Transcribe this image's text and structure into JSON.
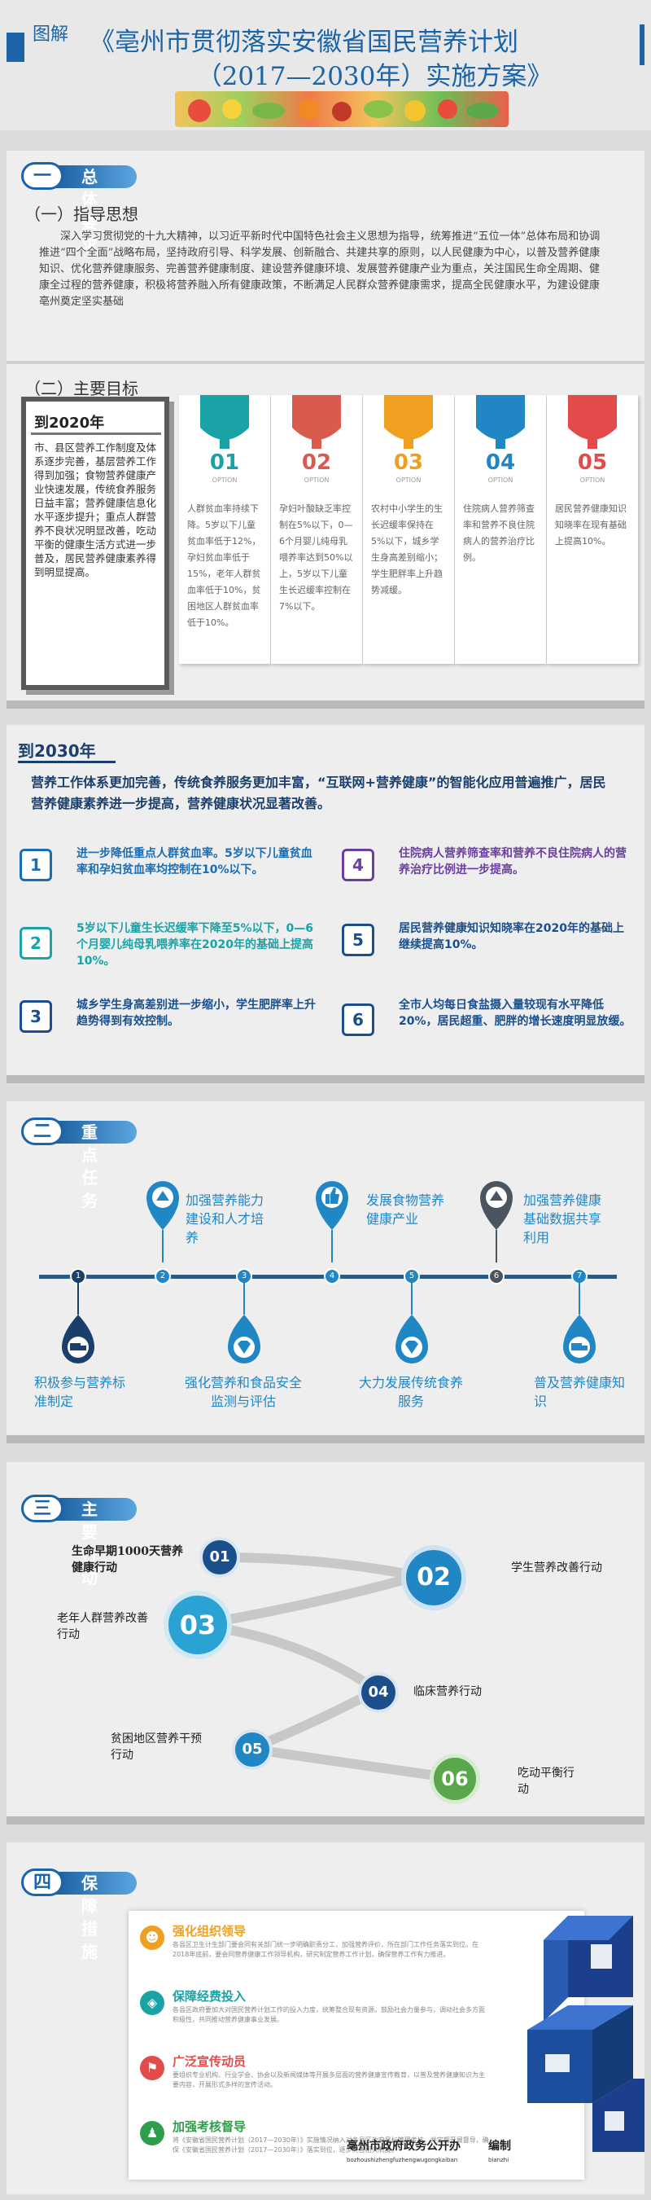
{
  "header": {
    "logo_text": "图解",
    "title_line1": "《亳州市贯彻落实安徽省国民营养计划",
    "title_line2": "（2017—2030年）实施方案》"
  },
  "section1": {
    "num": "一",
    "title": "总体要求",
    "sub1_title": "（一）指导思想",
    "sub1_body": "深入学习贯彻党的十九大精神，以习近平新时代中国特色社会主义思想为指导，统筹推进“五位一体”总体布局和协调推进“四个全面”战略布局，坚持政府引导、科学发展、创新融合、共建共享的原则，以人民健康为中心，以普及营养健康知识、优化营养健康服务、完善营养健康制度、建设营养健康环境、发展营养健康产业为重点，关注国民生命全周期、健康全过程的营养健康，积极将营养融入所有健康政策，不断满足人民群众营养健康需求，提高全民健康水平，为建设健康亳州奠定坚实基础",
    "sub2_title": "（二）主要目标",
    "goal2020_label": "到2020年",
    "goal2020_text": "市、县区营养工作制度及体系逐步完善，基层营养工作得到加强；食物营养健康产业快速发展，传统食养服务日益丰富；营养健康信息化水平逐步提升；重点人群营养不良状况明显改善，吃动平衡的健康生活方式进一步普及，居民营养健康素养得到明显提高。",
    "option_word": "OPTION",
    "options": [
      {
        "num": "01",
        "color": "#1aa3a6",
        "text": "人群贫血率持续下降。5岁以下儿童贫血率低于12%，孕妇贫血率低于15%，老年人群贫血率低于10%，贫困地区人群贫血率低于10%。"
      },
      {
        "num": "02",
        "color": "#d95b4e",
        "text": "孕妇叶酸缺乏率控制在5%以下，0—6个月婴儿纯母乳喂养率达到50%以上，5岁以下儿童生长迟缓率控制在7%以下。"
      },
      {
        "num": "03",
        "color": "#f0a020",
        "text": "农村中小学生的生长迟缓率保持在5%以下，城乡学生身高差别缩小；学生肥胖率上升趋势减缓。"
      },
      {
        "num": "04",
        "color": "#2186c4",
        "text": "住院病人营养筛查率和营养不良住院病人的营养治疗比例。"
      },
      {
        "num": "05",
        "color": "#e34b4b",
        "text": "居民营养健康知识知晓率在现有基础上提高10%。"
      }
    ]
  },
  "goal2030": {
    "label": "到2030年",
    "intro": "营养工作体系更加完善，传统食养服务更加丰富，“互联网+营养健康”的智能化应用普遍推广，居民营养健康素养进一步提高，营养健康状况显著改善。",
    "items": [
      {
        "num": "1",
        "text": "进一步降低重点人群贫血率。5岁以下儿童贫血率和孕妇贫血率均控制在10%以下。",
        "color": "#1b6db3"
      },
      {
        "num": "2",
        "text": "5岁以下儿童生长迟缓率下降至5%以下，0—6个月婴儿纯母乳喂养率在2020年的基础上提高10%。",
        "color": "#1aa3a6"
      },
      {
        "num": "3",
        "text": "城乡学生身高差别进一步缩小，学生肥胖率上升趋势得到有效控制。",
        "color": "#1b4f8c"
      },
      {
        "num": "4",
        "text": "住院病人营养筛查率和营养不良住院病人的营养治疗比例进一步提高。",
        "color": "#6a3fa0"
      },
      {
        "num": "5",
        "text": "居民营养健康知识知晓率在2020年的基础上继续提高10%。",
        "color": "#1b4f8c"
      },
      {
        "num": "6",
        "text": "全市人均每日食盐摄入量较现有水平降低20%，居民超重、肥胖的增长速度明显放缓。",
        "color": "#1b4f8c"
      }
    ]
  },
  "section2": {
    "num": "二",
    "title": "重点任务",
    "top_tasks": [
      "加强营养能力建设和人才培养",
      "发展食物营养健康产业",
      "加强营养健康基础数据共享利用"
    ],
    "bottom_tasks": [
      "积极参与营养标准制定",
      "强化营养和食品安全监测与评估",
      "大力发展传统食养服务",
      "普及营养健康知识"
    ],
    "timeline_nums": [
      "1",
      "2",
      "3",
      "4",
      "5",
      "6",
      "7"
    ]
  },
  "section3": {
    "num": "三",
    "title": "主要行动",
    "actions": [
      {
        "num": "01",
        "label": "生命早期1000天营养健康行动"
      },
      {
        "num": "02",
        "label": "学生营养改善行动"
      },
      {
        "num": "03",
        "label": "老年人群营养改善行动"
      },
      {
        "num": "04",
        "label": "临床营养行动"
      },
      {
        "num": "05",
        "label": "贫困地区营养干预行动"
      },
      {
        "num": "06",
        "label": "吃动平衡行动"
      }
    ]
  },
  "section4": {
    "num": "四",
    "title": "保障措施",
    "measures": [
      {
        "title": "强化组织领导",
        "color": "#f0a020",
        "desc": "各县区卫生计生部门要会同有关部门统一步明确职责分工，加强营养评价，所在部门工作任务落实到位。在2018年底前，要会同营养健康工作领导机构，研究制定营养工作计划，确保营养工作有力推进。"
      },
      {
        "title": "保障经费投入",
        "color": "#1aa3a6",
        "desc": "各县区政府要加大对国民营养计划工作的投入力度，统筹整合现有资源。鼓励社会力量参与，调动社会多方面积极性，共同推动营养健康事业发展。"
      },
      {
        "title": "广泛宣传动员",
        "color": "#e34b4b",
        "desc": "要组织专业机构、行业学会、协会以及新闻媒体等开展多层面的营养健康宣传教育，以普及营养健康知识为主要内容，开展形式多样的宣传活动。"
      },
      {
        "title": "加强考核督导",
        "color": "#2e9e4a",
        "desc": "将《安徽省国民营养计划（2017—2030年）》实施情况纳入对各县区政府目标管理考核，并定期开展督导，确保《安徽省国民营养计划（2017—2030年）》落实到位，逐步完善相关制度。"
      }
    ],
    "footer_org": "亳州市政府政务公开办",
    "footer_edit": "编制",
    "footer_pinyin": "bozhoushizhengfuzhengwugongkaiban",
    "footer_pinyin2": "bianzhi"
  },
  "colors": {
    "primary": "#1b64a8",
    "accent": "#f0a020",
    "teal": "#1aa3a6",
    "red": "#e34b4b"
  }
}
